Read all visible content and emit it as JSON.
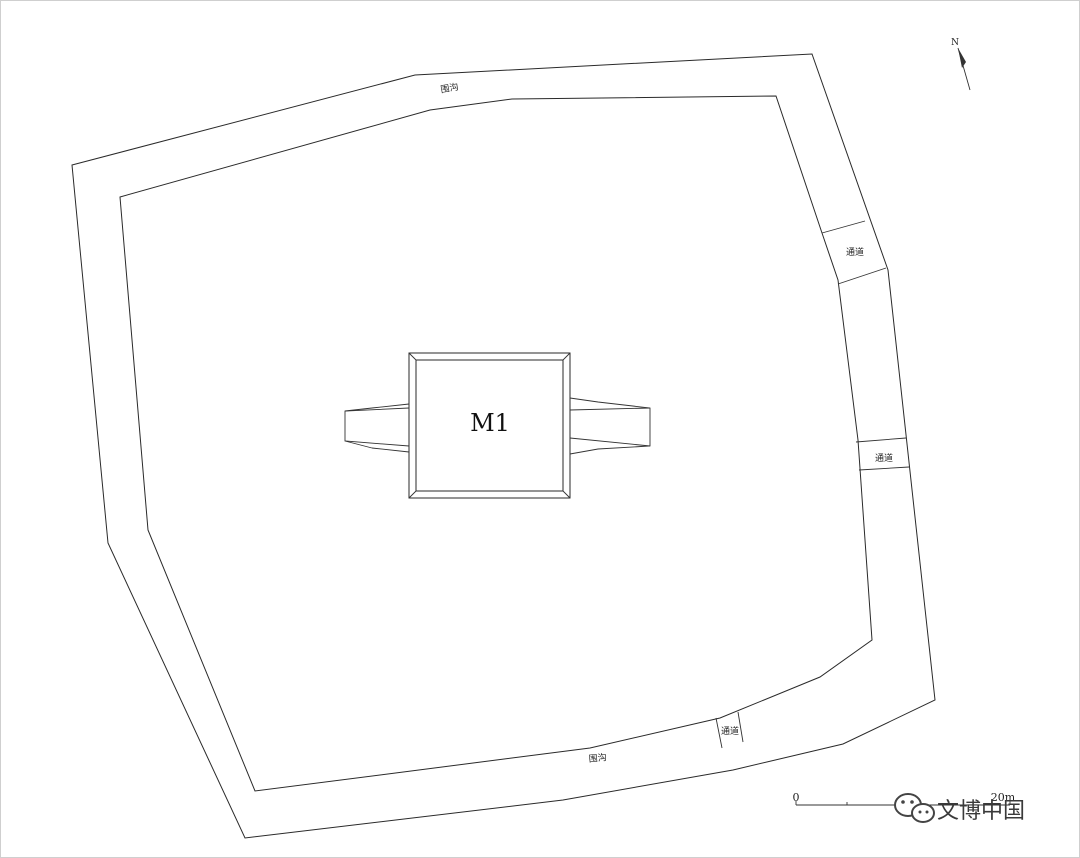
{
  "labels": {
    "moat_top": "围沟",
    "moat_bottom": "围沟",
    "passage_1": "通道",
    "passage_2": "通道",
    "passage_3": "通道",
    "tomb": "M1"
  },
  "north_arrow": {
    "letter": "N"
  },
  "scale_bar": {
    "start": "0",
    "end": "20m"
  },
  "watermark": {
    "text": "文博中国",
    "icon": "wechat-logo-icon"
  }
}
